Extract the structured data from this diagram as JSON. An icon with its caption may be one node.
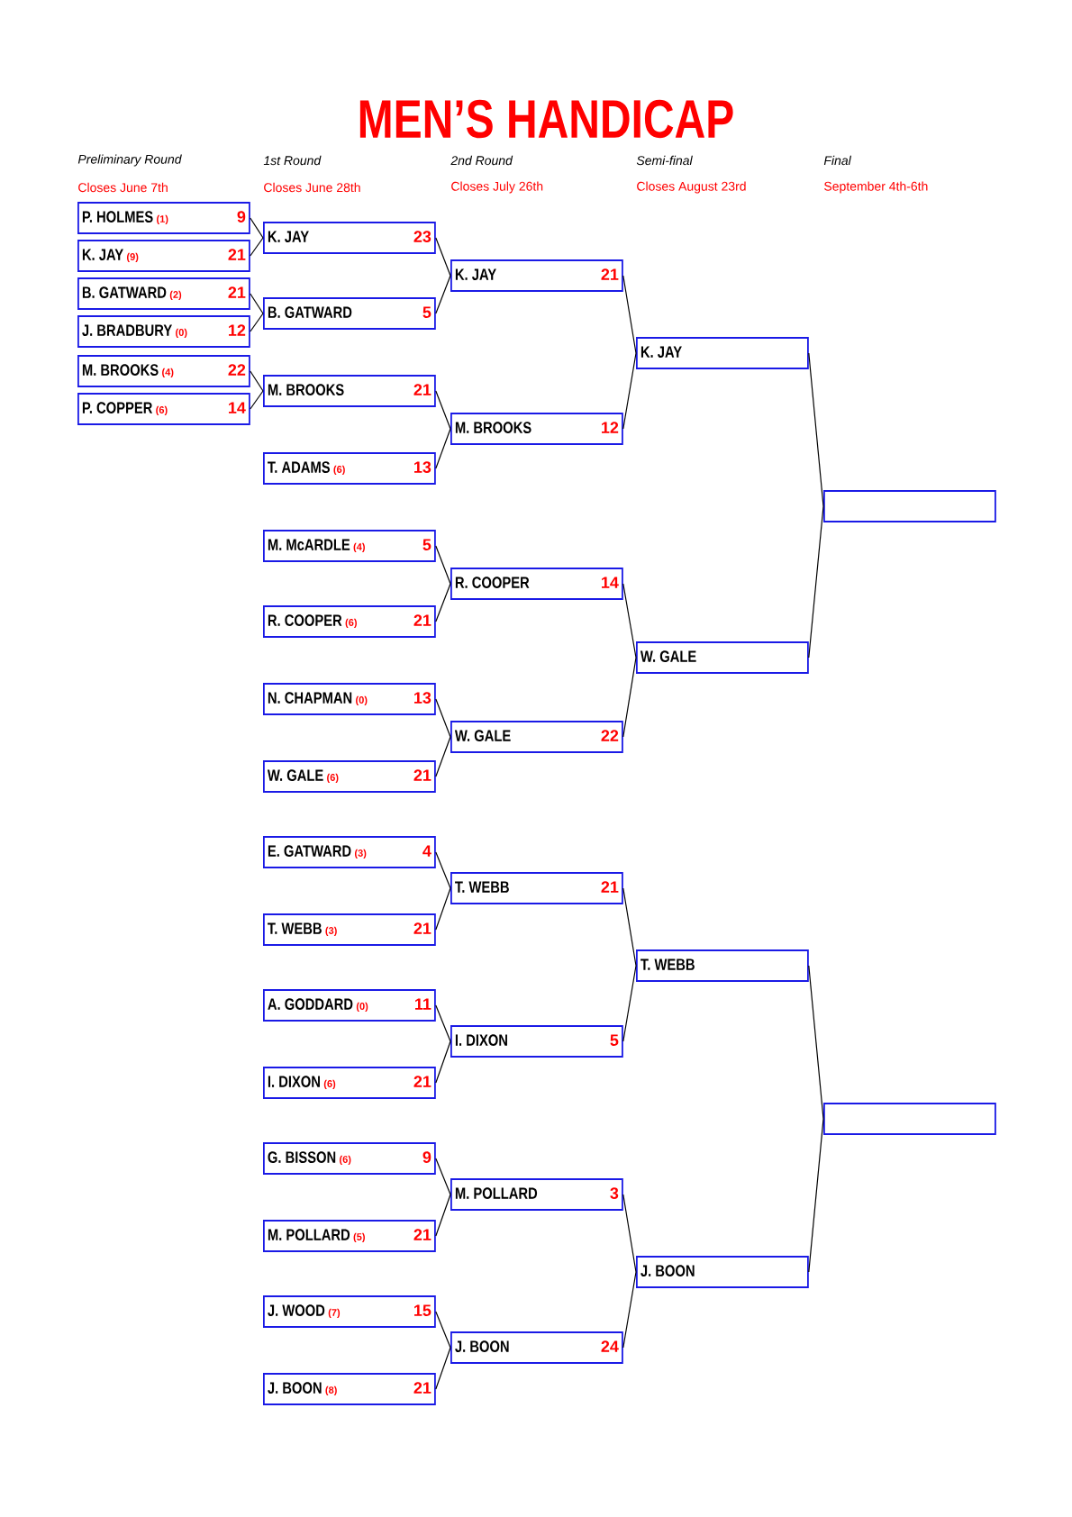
{
  "diagram": {
    "title": "MEN’S HANDICAP",
    "nodes": [
      {
        "text": [
          "P. HOLMES",
          "(1)",
          "9"
        ]
      },
      {
        "text": [
          "K. JAY",
          "(9)",
          "21"
        ]
      },
      {
        "text": [
          "B. GATWARD",
          "(2)",
          "21"
        ]
      },
      {
        "text": [
          "J. BRADBURY",
          "(0)",
          "12"
        ]
      },
      {
        "text": [
          "M. BROOKS",
          "(4)",
          "22"
        ]
      },
      {
        "text": [
          "P. COPPER",
          "(6)",
          "14"
        ]
      },
      {
        "text": [
          "K. JAY",
          "23"
        ]
      },
      {
        "text": [
          "B. GATWARD",
          "5"
        ]
      },
      {
        "text": [
          "M. BROOKS",
          "21"
        ]
      },
      {
        "text": [
          "T. ADAMS",
          "(6)",
          "13"
        ]
      },
      {
        "text": [
          "M. McARDLE",
          "(4)",
          "5"
        ]
      },
      {
        "text": [
          "R. COOPER",
          "(6)",
          "21"
        ]
      },
      {
        "text": [
          "N. CHAPMAN",
          "(0)",
          "13"
        ]
      },
      {
        "text": [
          "W. GALE",
          "(6)",
          "21"
        ]
      },
      {
        "text": [
          "E. GATWARD",
          "(3)",
          "4"
        ]
      },
      {
        "text": [
          "T. WEBB",
          "(3)",
          "21"
        ]
      },
      {
        "text": [
          "A. GODDARD",
          "(0)",
          "11"
        ]
      },
      {
        "text": [
          "I. DIXON",
          "(6)",
          "21"
        ]
      },
      {
        "text": [
          "G. BISSON",
          "(6)",
          "9"
        ]
      },
      {
        "text": [
          "M. POLLARD",
          "(5)",
          "21"
        ]
      },
      {
        "text": [
          "J. WOOD",
          "(7)",
          "15"
        ]
      },
      {
        "text": [
          "J. BOON",
          "(8)",
          "21"
        ]
      },
      {
        "text": [
          "K. JAY",
          "21"
        ]
      },
      {
        "text": [
          "M. BROOKS",
          "12"
        ]
      },
      {
        "text": [
          "R. COOPER",
          "14"
        ]
      },
      {
        "text": [
          "W. GALE",
          "22"
        ]
      },
      {
        "text": [
          "T. WEBB",
          "21"
        ]
      },
      {
        "text": [
          "I. DIXON",
          "5"
        ]
      },
      {
        "text": [
          "M. POLLARD",
          "3"
        ]
      },
      {
        "text": [
          "J. BOON",
          "24"
        ]
      },
      {
        "text": [
          "K. JAY"
        ]
      },
      {
        "text": [
          "W. GALE"
        ]
      },
      {
        "text": [
          "T. WEBB"
        ]
      },
      {
        "text": [
          "J. BOON"
        ]
      },
      {
        "text": [],
        "shape": "box"
      },
      {
        "text": [],
        "shape": "box"
      }
    ],
    "edges": [
      {
        "from": 0,
        "to": 6,
        "arrow": "none"
      },
      {
        "from": 1,
        "to": 6,
        "arrow": "none"
      },
      {
        "from": 2,
        "to": 7,
        "arrow": "none"
      },
      {
        "from": 3,
        "to": 7,
        "arrow": "none"
      },
      {
        "from": 4,
        "to": 8,
        "arrow": "none"
      },
      {
        "from": 5,
        "to": 8,
        "arrow": "none"
      },
      {
        "from": 6,
        "to": 22,
        "arrow": "none"
      },
      {
        "from": 7,
        "to": 22,
        "arrow": "none"
      },
      {
        "from": 8,
        "to": 23,
        "arrow": "none"
      },
      {
        "from": 9,
        "to": 23,
        "arrow": "none"
      },
      {
        "from": 10,
        "to": 24,
        "arrow": "none"
      },
      {
        "from": 11,
        "to": 24,
        "arrow": "none"
      },
      {
        "from": 12,
        "to": 25,
        "arrow": "none"
      },
      {
        "from": 13,
        "to": 25,
        "arrow": "none"
      },
      {
        "from": 14,
        "to": 26,
        "arrow": "none"
      },
      {
        "from": 15,
        "to": 26,
        "arrow": "none"
      },
      {
        "from": 16,
        "to": 27,
        "arrow": "none"
      },
      {
        "from": 17,
        "to": 27,
        "arrow": "none"
      },
      {
        "from": 18,
        "to": 28,
        "arrow": "none"
      },
      {
        "from": 19,
        "to": 28,
        "arrow": "none"
      },
      {
        "from": 20,
        "to": 29,
        "arrow": "none"
      },
      {
        "from": 21,
        "to": 29,
        "arrow": "none"
      },
      {
        "from": 22,
        "to": 30,
        "arrow": "none"
      },
      {
        "from": 23,
        "to": 30,
        "arrow": "none"
      },
      {
        "from": 24,
        "to": 31,
        "arrow": "none"
      },
      {
        "from": 25,
        "to": 31,
        "arrow": "none"
      },
      {
        "from": 26,
        "to": 32,
        "arrow": "none"
      },
      {
        "from": 27,
        "to": 32,
        "arrow": "none"
      },
      {
        "from": 28,
        "to": 33,
        "arrow": "none"
      },
      {
        "from": 29,
        "to": 33,
        "arrow": "none"
      },
      {
        "from": 30,
        "to": 34,
        "arrow": "none"
      },
      {
        "from": 31,
        "to": 34,
        "arrow": "none"
      },
      {
        "from": 32,
        "to": 35,
        "arrow": "none"
      },
      {
        "from": 33,
        "to": 35,
        "arrow": "none"
      }
    ],
    "labels": [
      "Preliminary Round",
      "1st Round",
      "2nd Round",
      "Semi-final",
      "Final",
      "Closes June 7th",
      "Closes June 28th",
      "Closes July 26th",
      "Closes August 23rd",
      "September 4th-6th"
    ]
  }
}
